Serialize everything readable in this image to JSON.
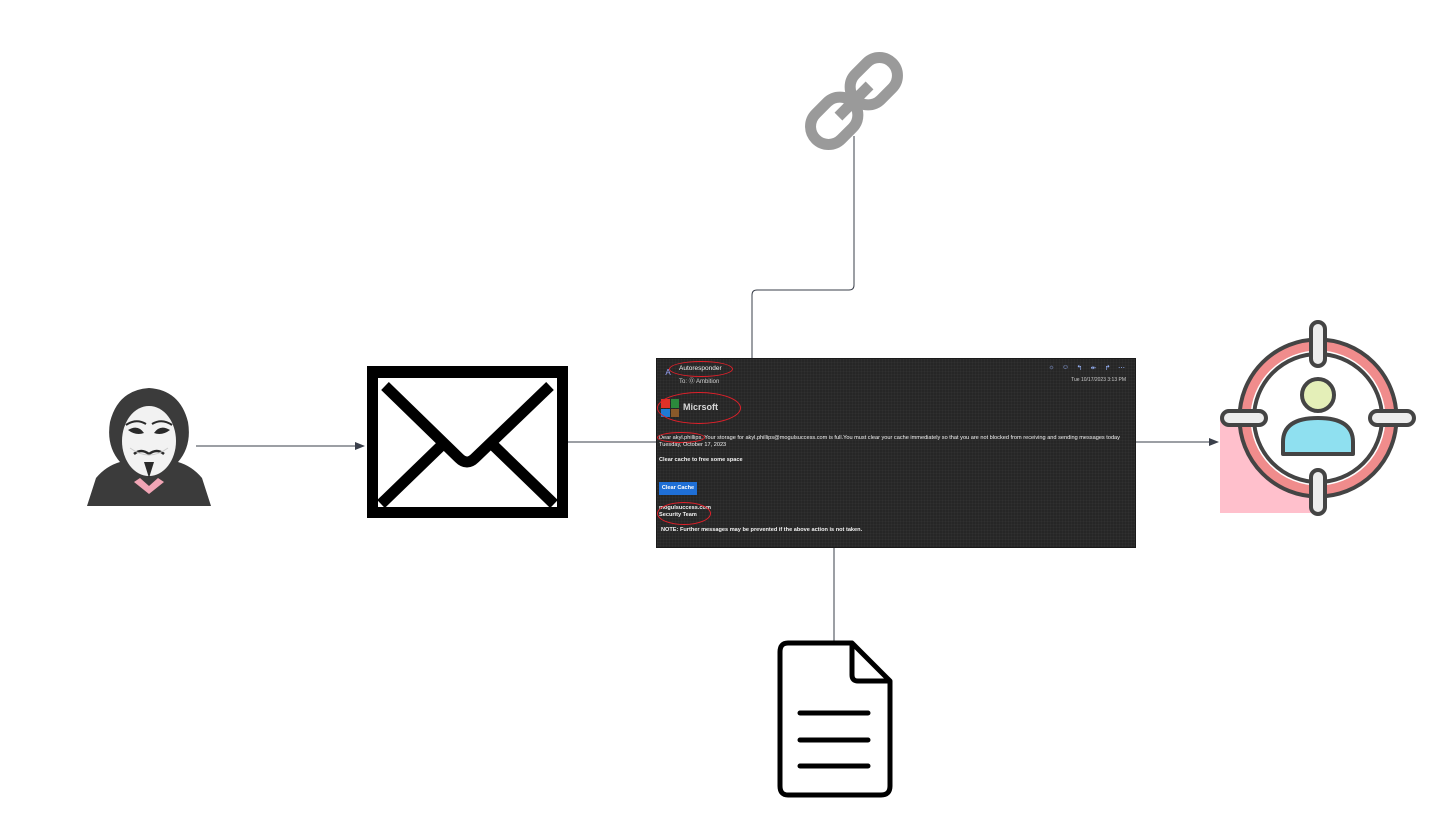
{
  "nodes": {
    "attacker": {
      "icon": "hacker-icon"
    },
    "email": {
      "icon": "envelope-icon"
    },
    "link": {
      "icon": "link-icon"
    },
    "attachment": {
      "icon": "document-icon"
    },
    "victim": {
      "icon": "target-user-icon"
    }
  },
  "email_preview": {
    "avatar_letter": "A",
    "sender": "Autoresponder",
    "to": "To: ⓪ Ambition",
    "timestamp": "Tue 10/17/2023 3:13 PM",
    "brand": "Micrsoft",
    "body": "Dear akyl.phillips, Your storage for akyl.phillips@mogulsuccess.com is full.You must clear your cache immediately so that you are not blocked from receiving and sending messages today",
    "date": "Tuesday, October 17, 2023",
    "instruction": "Clear cache to free some space",
    "button": "Clear Cache",
    "signature_domain": "mogulsuccess.com",
    "signature_team": "Security Team",
    "note": "NOTE: Further messages may be prevented if the above action is not taken."
  },
  "colors": {
    "connector": "#3a3f4a",
    "panel_bg": "#262626",
    "highlight": "#e0202a",
    "button": "#1f6fd6",
    "target_ring": "#f08c8c",
    "target_person_head": "#e4efb8",
    "target_person_body": "#8fe0f0",
    "target_bg": "#ffc0cc",
    "link_icon": "#9a9a9a"
  }
}
